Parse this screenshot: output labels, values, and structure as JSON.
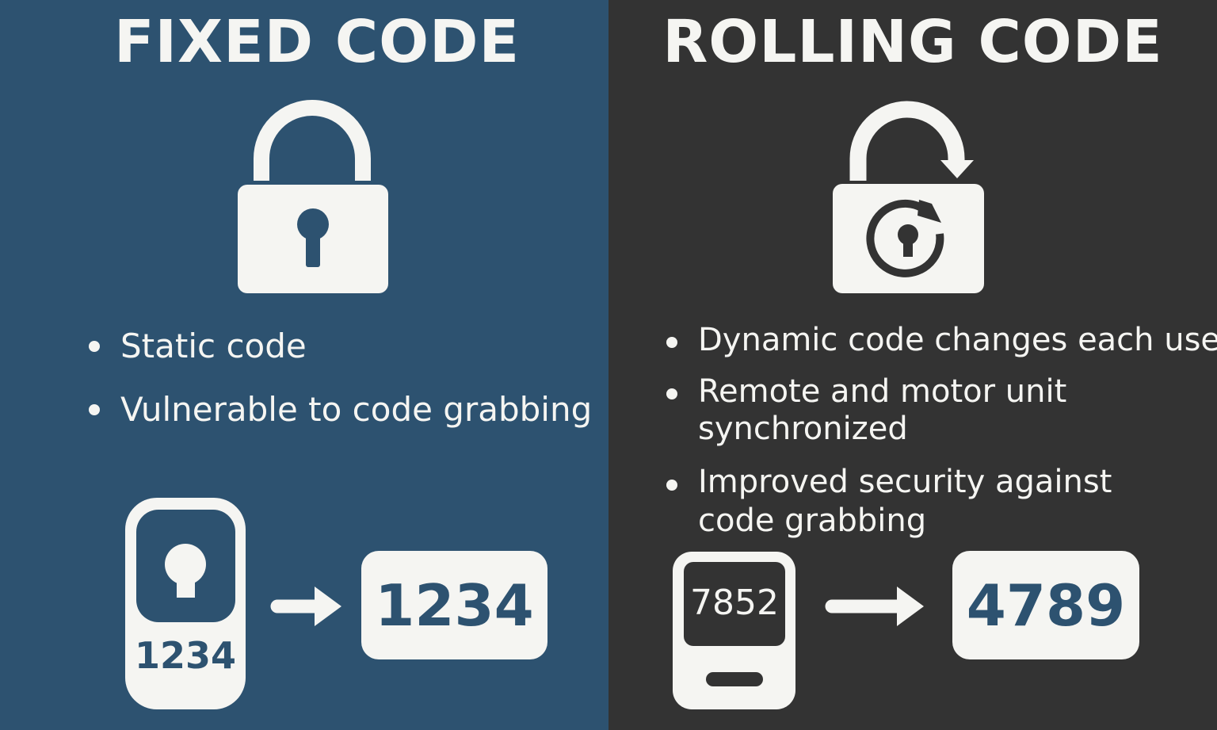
{
  "colors": {
    "fixed_bg": "#2d5270",
    "rolling_bg": "#333333",
    "foreground": "#f5f5f2"
  },
  "fixed": {
    "title": "FIXED CODE",
    "icon": "padlock-icon",
    "bullets": [
      "Static code",
      "Vulnerable to code grabbing"
    ],
    "remote_code": "1234",
    "received_code": "1234"
  },
  "rolling": {
    "title": "ROLLING CODE",
    "icon": "rolling-padlock-icon",
    "bullets": [
      "Dynamic code changes each use",
      "Remote and motor unit",
      "synchronized",
      "Improved security against",
      "code grabbing"
    ],
    "remote_code": "7852",
    "received_code": "4789"
  }
}
